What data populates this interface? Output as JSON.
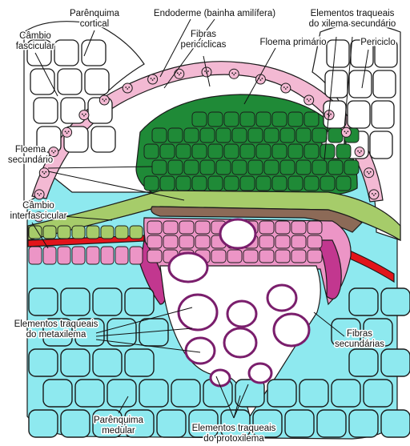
{
  "colors": {
    "parenchyma": "#8ee9ef",
    "parenchyma_white": "#ffffff",
    "pericycle_pink": "#f3b9d3",
    "phloem_dark_green": "#1f8a37",
    "phloem_secondary_green": "#a6cc6a",
    "cambium_brown": "#8c6a57",
    "cambium_red": "#e2141b",
    "xylem_pink": "#ec95c6",
    "xylem_magenta": "#c2378f",
    "xylem_wall_purple": "#7a1e6c",
    "cell_wall": "#1a1a1a"
  },
  "labels": {
    "parenquima_cortical": [
      "Parênquima",
      "cortical"
    ],
    "endoderme": [
      "Endoderme (bainha amilífera)"
    ],
    "elementos_traqueais_xilema_secundario": [
      "Elementos traqueais",
      "do xilema secundário"
    ],
    "cambio_fascicular": [
      "Câmbio",
      "fascicular"
    ],
    "fibras_periciclicas": [
      "Fibras",
      "pericíclicas"
    ],
    "floema_primario": [
      "Floema primário"
    ],
    "periciclo": [
      "Periciclo"
    ],
    "floema_secundario": [
      "Floema",
      "secundário"
    ],
    "cambio_interfascicular": [
      "Câmbio",
      "interfascicular"
    ],
    "elementos_traqueais_metaxilema": [
      "Elementos traqueais",
      "do metaxilema"
    ],
    "fibras_secundarias": [
      "Fibras",
      "secundárias"
    ],
    "parenquima_medular": [
      "Parênquima",
      "medular"
    ],
    "elementos_traqueais_protoxilema": [
      "Elementos traqueais",
      "do protoxilema"
    ]
  }
}
